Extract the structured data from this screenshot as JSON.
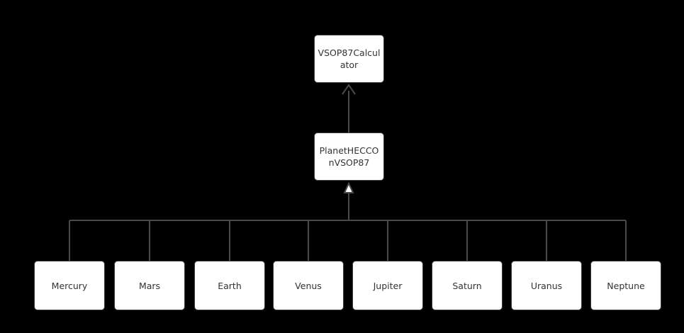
{
  "diagram": {
    "type": "uml-class-hierarchy",
    "background_color": "#000000",
    "node_fill": "#ffffff",
    "node_border": "#3d3d3d",
    "node_text_color": "#333333",
    "edge_color": "#4a4a4a",
    "root": {
      "label": "VSOP87Calculator"
    },
    "middle": {
      "label": "PlanetHECCOnVSOP87"
    },
    "leaves": [
      {
        "label": "Mercury"
      },
      {
        "label": "Mars"
      },
      {
        "label": "Earth"
      },
      {
        "label": "Venus"
      },
      {
        "label": "Jupiter"
      },
      {
        "label": "Saturn"
      },
      {
        "label": "Uranus"
      },
      {
        "label": "Neptune"
      }
    ]
  }
}
